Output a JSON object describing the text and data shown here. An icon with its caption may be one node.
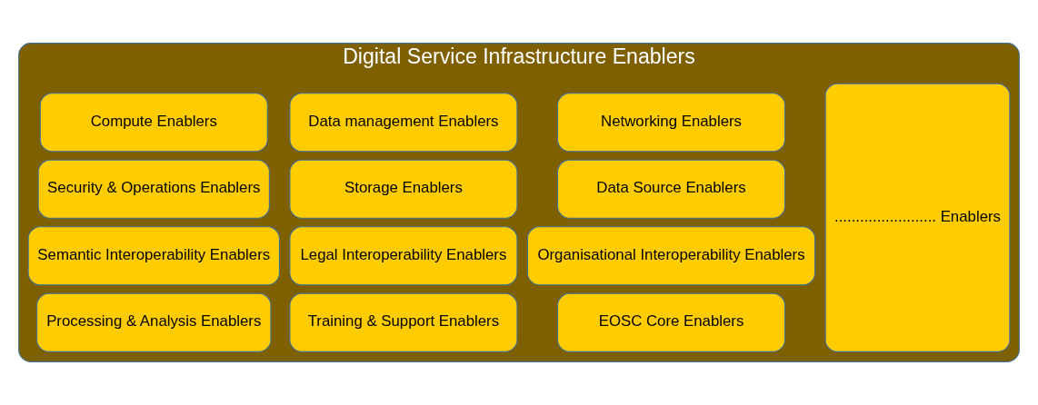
{
  "diagram": {
    "nodes": [
      {
        "text": [
          "Digital Service Infrastructure Enablers"
        ]
      },
      {
        "text": [
          "Compute Enablers"
        ],
        "in": 0
      },
      {
        "text": [
          "Data management Enablers"
        ],
        "in": 0
      },
      {
        "text": [
          "Networking Enablers"
        ],
        "in": 0
      },
      {
        "text": [
          "........................ Enablers"
        ],
        "in": 0
      },
      {
        "text": [
          "Security & Operations Enablers"
        ],
        "in": 0
      },
      {
        "text": [
          "Storage Enablers"
        ],
        "in": 0
      },
      {
        "text": [
          "Data Source Enablers"
        ],
        "in": 0
      },
      {
        "text": [
          "Semantic Interoperability Enablers"
        ],
        "in": 0
      },
      {
        "text": [
          "Legal Interoperability Enablers"
        ],
        "in": 0
      },
      {
        "text": [
          "Organisational Interoperability Enablers"
        ],
        "in": 0
      },
      {
        "text": [
          "Processing & Analysis Enablers"
        ],
        "in": 0
      },
      {
        "text": [
          "Training & Support Enablers"
        ],
        "in": 0
      },
      {
        "text": [
          "EOSC Core Enablers"
        ],
        "in": 0
      }
    ],
    "edges": []
  }
}
